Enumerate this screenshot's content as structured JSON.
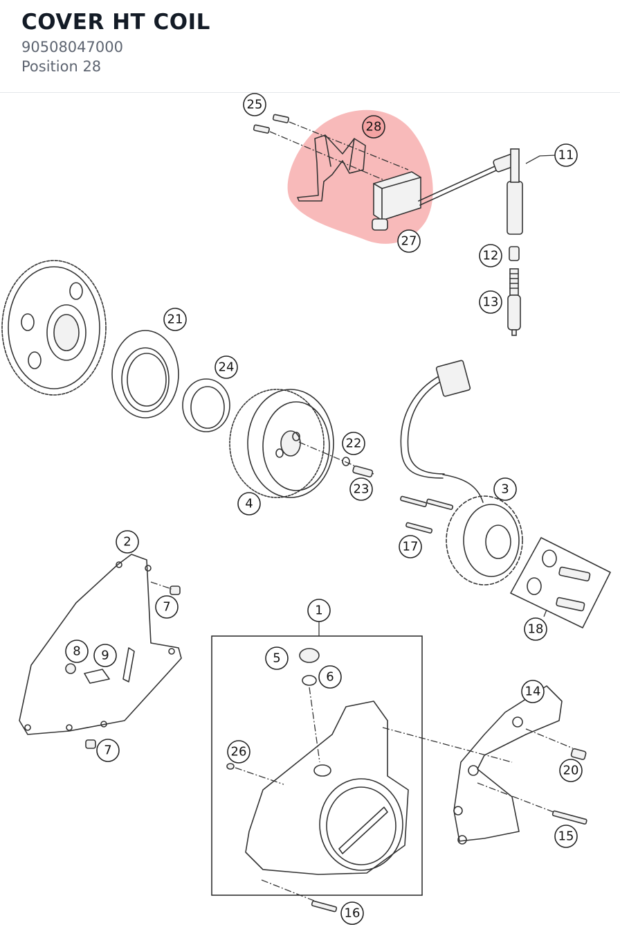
{
  "header": {
    "title": "COVER HT COIL",
    "part_number": "90508047000",
    "position": "Position 28"
  },
  "highlight": {
    "color": "#f5a3a3",
    "position_label": "28"
  },
  "callouts": [
    {
      "id": "c25",
      "label": "25"
    },
    {
      "id": "c28",
      "label": "28"
    },
    {
      "id": "c11",
      "label": "11"
    },
    {
      "id": "c27",
      "label": "27"
    },
    {
      "id": "c12",
      "label": "12"
    },
    {
      "id": "c13",
      "label": "13"
    },
    {
      "id": "c21",
      "label": "21"
    },
    {
      "id": "c24",
      "label": "24"
    },
    {
      "id": "c22",
      "label": "22"
    },
    {
      "id": "c23",
      "label": "23"
    },
    {
      "id": "c4",
      "label": "4"
    },
    {
      "id": "c3",
      "label": "3"
    },
    {
      "id": "c17",
      "label": "17"
    },
    {
      "id": "c2",
      "label": "2"
    },
    {
      "id": "c7a",
      "label": "7"
    },
    {
      "id": "c18",
      "label": "18"
    },
    {
      "id": "c1",
      "label": "1"
    },
    {
      "id": "c8",
      "label": "8"
    },
    {
      "id": "c9",
      "label": "9"
    },
    {
      "id": "c5",
      "label": "5"
    },
    {
      "id": "c6",
      "label": "6"
    },
    {
      "id": "c14",
      "label": "14"
    },
    {
      "id": "c7b",
      "label": "7"
    },
    {
      "id": "c26",
      "label": "26"
    },
    {
      "id": "c20",
      "label": "20"
    },
    {
      "id": "c15",
      "label": "15"
    },
    {
      "id": "c16",
      "label": "16"
    }
  ]
}
